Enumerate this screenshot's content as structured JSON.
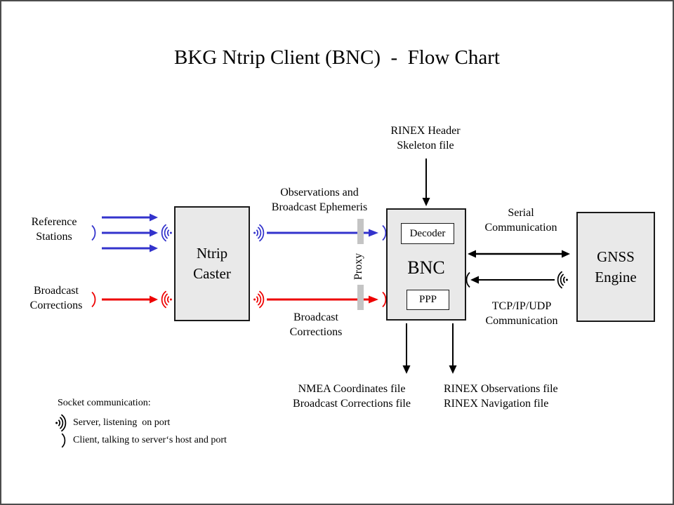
{
  "title": "BKG Ntrip Client (BNC)  -  Flow Chart",
  "nodes": {
    "ntrip_caster": {
      "line1": "Ntrip",
      "line2": "Caster"
    },
    "bnc": {
      "label": "BNC",
      "decoder": "Decoder",
      "ppp": "PPP"
    },
    "gnss_engine": {
      "line1": "GNSS",
      "line2": "Engine"
    }
  },
  "labels": {
    "reference_stations": {
      "line1": "Reference",
      "line2": "Stations"
    },
    "broadcast_corrections_input": {
      "line1": "Broadcast",
      "line2": "Corrections"
    },
    "observations_ephemeris": {
      "line1": "Observations and",
      "line2": "Broadcast Ephemeris"
    },
    "broadcast_corrections_stream": {
      "line1": "Broadcast",
      "line2": "Corrections"
    },
    "proxy": "Proxy",
    "rinex_header": {
      "line1": "RINEX Header",
      "line2": "Skeleton file"
    },
    "serial_comm": {
      "line1": "Serial",
      "line2": "Communication"
    },
    "tcp_comm": {
      "line1": "TCP/IP/UDP",
      "line2": "Communication"
    },
    "nmea_out": {
      "line1": "NMEA Coordinates file",
      "line2": "Broadcast Corrections file"
    },
    "rinex_out": {
      "line1": "RINEX Observations file",
      "line2": "RINEX Navigation file"
    }
  },
  "legend": {
    "title": "Socket communication:",
    "server_item": "Server, listening  on port",
    "client_item": "Client, talking to server‘s host and port"
  },
  "icons": {
    "server": "radio-waves-server-icon",
    "client": "arc-client-icon"
  },
  "colors": {
    "blue_stream": "#3333cc",
    "red_stream": "#ee0000",
    "black": "#000000",
    "box_fill": "#e9e9e9",
    "proxy_bar": "#c4c4c4",
    "frame": "#4c4c4c"
  }
}
